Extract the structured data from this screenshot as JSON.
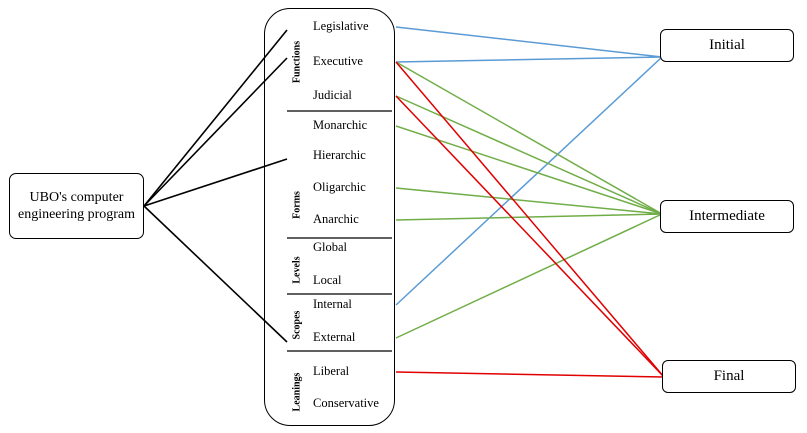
{
  "source": {
    "label": "UBO's computer engineering program"
  },
  "categories": [
    {
      "key": "functions",
      "label": "Functions",
      "items": [
        "Legislative",
        "Executive",
        "Judicial"
      ]
    },
    {
      "key": "forms",
      "label": "Forms",
      "items": [
        "Monarchic",
        "Hierarchic",
        "Oligarchic",
        "Anarchic"
      ]
    },
    {
      "key": "levels",
      "label": "Levels",
      "items": [
        "Global",
        "Local"
      ]
    },
    {
      "key": "scopes",
      "label": "Scopes",
      "items": [
        "Internal",
        "External"
      ]
    },
    {
      "key": "leanings",
      "label": "Leanings",
      "items": [
        "Liberal",
        "Conservative"
      ]
    }
  ],
  "targets": [
    {
      "key": "initial",
      "label": "Initial"
    },
    {
      "key": "intermediate",
      "label": "Intermediate"
    },
    {
      "key": "final",
      "label": "Final"
    }
  ],
  "source_links": [
    "Legislative",
    "Executive",
    "Hierarchic",
    "External"
  ],
  "target_links": [
    {
      "from": "Legislative",
      "to": "Initial",
      "color": "#5b9bd5"
    },
    {
      "from": "Executive",
      "to": "Initial",
      "color": "#5b9bd5"
    },
    {
      "from": "Internal",
      "to": "Initial",
      "color": "#5b9bd5"
    },
    {
      "from": "Executive",
      "to": "Intermediate",
      "color": "#70ad47"
    },
    {
      "from": "Judicial",
      "to": "Intermediate",
      "color": "#70ad47"
    },
    {
      "from": "Monarchic",
      "to": "Intermediate",
      "color": "#70ad47"
    },
    {
      "from": "Oligarchic",
      "to": "Intermediate",
      "color": "#70ad47"
    },
    {
      "from": "Anarchic",
      "to": "Intermediate",
      "color": "#70ad47"
    },
    {
      "from": "External",
      "to": "Intermediate",
      "color": "#70ad47"
    },
    {
      "from": "Executive",
      "to": "Final",
      "color": "#e00000"
    },
    {
      "from": "Judicial",
      "to": "Final",
      "color": "#e00000"
    },
    {
      "from": "Liberal",
      "to": "Final",
      "color": "#e00000"
    }
  ],
  "colors": {
    "source_link": "#000000",
    "initial": "#5b9bd5",
    "intermediate": "#70ad47",
    "final": "#e00000"
  }
}
